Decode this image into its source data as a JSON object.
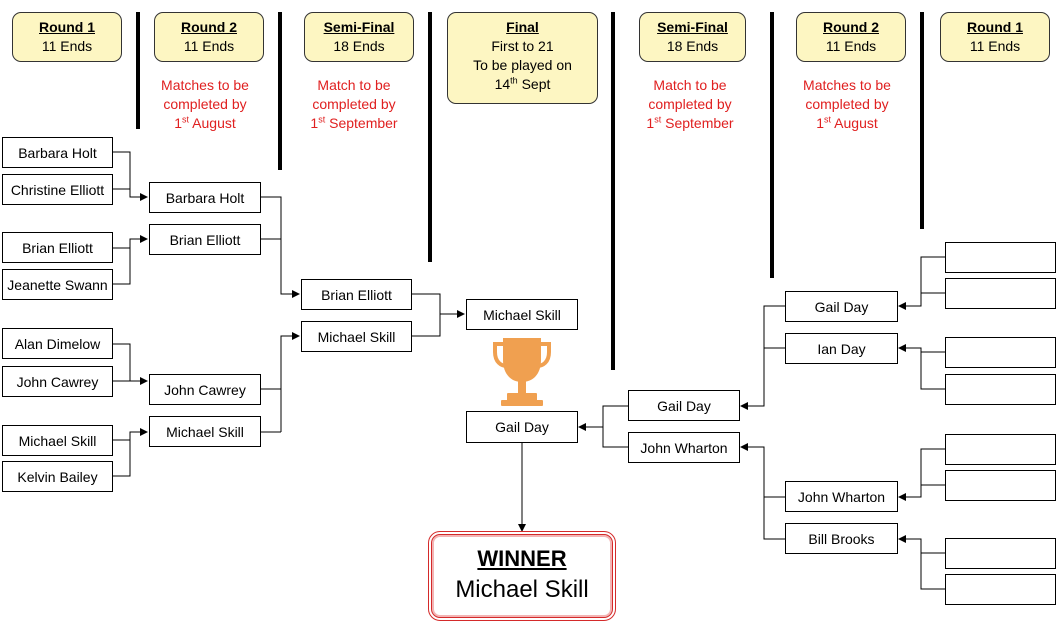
{
  "headers": {
    "r1_left": {
      "title": "Round 1",
      "sub": "11 Ends"
    },
    "r2_left": {
      "title": "Round 2",
      "sub": "11 Ends"
    },
    "sf_left": {
      "title": "Semi-Final",
      "sub": "18 Ends"
    },
    "final": {
      "title": "Final",
      "line1": "First to 21",
      "line2": "To be played on",
      "line3_day": "14",
      "line3_sup": "th",
      "line3_rest": " Sept"
    },
    "sf_right": {
      "title": "Semi-Final",
      "sub": "18 Ends"
    },
    "r2_right": {
      "title": "Round 2",
      "sub": "11 Ends"
    },
    "r1_right": {
      "title": "Round 1",
      "sub": "11 Ends"
    }
  },
  "notes": {
    "r2": {
      "line1": "Matches to be",
      "line2": "completed by",
      "day": "1",
      "sup": "st",
      "month": " August"
    },
    "sf": {
      "line1": "Match to be",
      "line2": "completed by",
      "day": "1",
      "sup": "st",
      "month": " September"
    }
  },
  "left": {
    "r1": [
      "Barbara Holt",
      "Christine Elliott",
      "Brian Elliott",
      "Jeanette Swann",
      "Alan Dimelow",
      "John Cawrey",
      "Michael Skill",
      "Kelvin Bailey"
    ],
    "r2": [
      "Barbara Holt",
      "Brian Elliott",
      "John Cawrey",
      "Michael Skill"
    ],
    "sf": [
      "Brian Elliott",
      "Michael Skill"
    ],
    "final": "Michael Skill"
  },
  "right": {
    "r1": [
      "",
      "",
      "",
      "",
      "",
      "",
      "",
      ""
    ],
    "r2": [
      "Gail Day",
      "Ian Day",
      "John Wharton",
      "Bill Brooks"
    ],
    "sf": [
      "Gail Day",
      "John Wharton"
    ],
    "final": "Gail Day"
  },
  "winner": {
    "title": "WINNER",
    "name": "Michael Skill"
  },
  "colors": {
    "header_fill": "#fdf6c2",
    "note_text": "#e02020",
    "winner_border": "#d42a2a",
    "trophy": "#f0a050"
  }
}
